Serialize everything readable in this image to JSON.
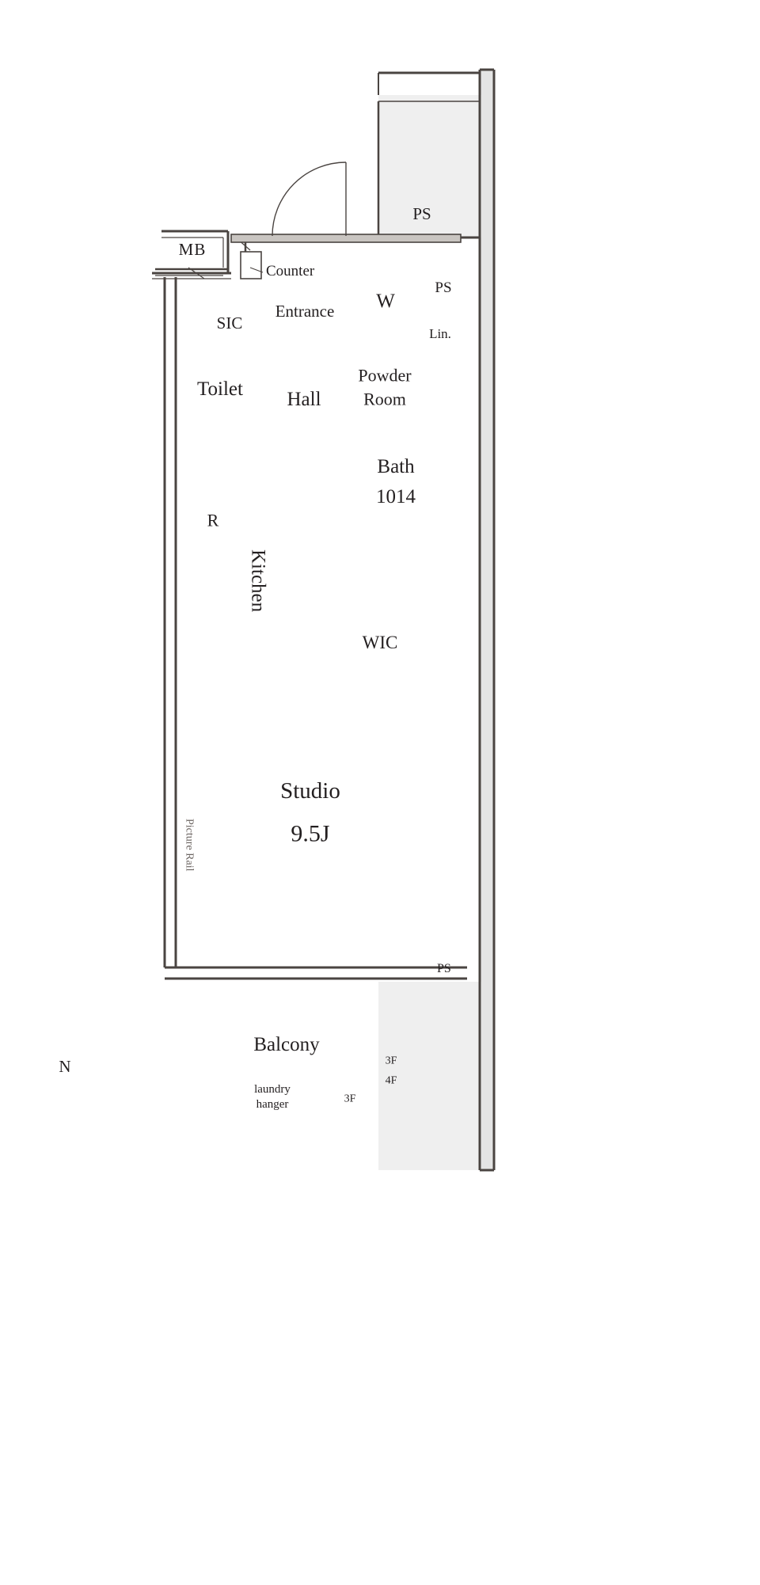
{
  "plan": {
    "title": "Studio apartment floor plan",
    "unit_area_label": "9.5J",
    "colors": {
      "wall": "#4a4441",
      "wall_fill": "#c9c5c1",
      "thin_line": "#6b6461",
      "water_fill": "#bfe2f5",
      "water_stroke": "#5b8da6",
      "hatch_gray": "#e8e8e8",
      "text": "#231f20",
      "background": "#ffffff"
    },
    "rooms": [
      {
        "id": "studio",
        "label": "Studio",
        "sublabel": "9.5J"
      },
      {
        "id": "balcony",
        "label": "Balcony",
        "sublabel": ""
      },
      {
        "id": "kitchen",
        "label": "Kitchen",
        "sublabel": ""
      },
      {
        "id": "hall",
        "label": "Hall",
        "sublabel": ""
      },
      {
        "id": "entrance",
        "label": "Entrance",
        "sublabel": ""
      },
      {
        "id": "toilet",
        "label": "Toilet",
        "sublabel": ""
      },
      {
        "id": "powder-room",
        "label": "Powder",
        "sublabel": "Room"
      },
      {
        "id": "bath",
        "label": "Bath",
        "sublabel": "1014"
      },
      {
        "id": "wic",
        "label": "WIC",
        "sublabel": ""
      },
      {
        "id": "sic",
        "label": "SIC",
        "sublabel": ""
      },
      {
        "id": "mb",
        "label": "MB",
        "sublabel": ""
      }
    ],
    "annotations": {
      "counter": "Counter",
      "washer": "W",
      "linen": "Lin.",
      "refrigerator": "R",
      "picture_rail": "Picture Rail",
      "laundry_hanger_line1": "laundry",
      "laundry_hanger_line2": "hanger",
      "ps_top": "PS",
      "ps_mid": "PS",
      "ps_balcony": "PS",
      "floor_3f_a": "3F",
      "floor_4f": "4F",
      "floor_3f_b": "3F",
      "compass_north": "N"
    }
  }
}
